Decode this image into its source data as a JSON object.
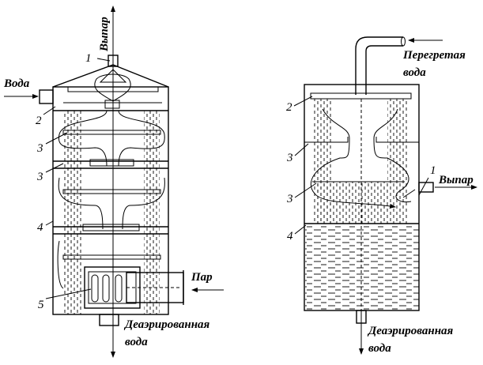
{
  "left_diagram": {
    "labels": {
      "vapor_out": "Выпар",
      "water_in": "Вода",
      "steam_in": "Пар",
      "deaerated_water_line1": "Деаэрированная",
      "deaerated_water_line2": "вода"
    },
    "callouts": [
      "1",
      "2",
      "3",
      "3",
      "4",
      "5"
    ]
  },
  "right_diagram": {
    "labels": {
      "superheated_water_line1": "Перегретая",
      "superheated_water_line2": "вода",
      "vapor_out": "Выпар",
      "deaerated_water_line1": "Деаэрированная",
      "deaerated_water_line2": "вода"
    },
    "callouts": [
      "2",
      "3",
      "3",
      "4",
      "1"
    ]
  }
}
